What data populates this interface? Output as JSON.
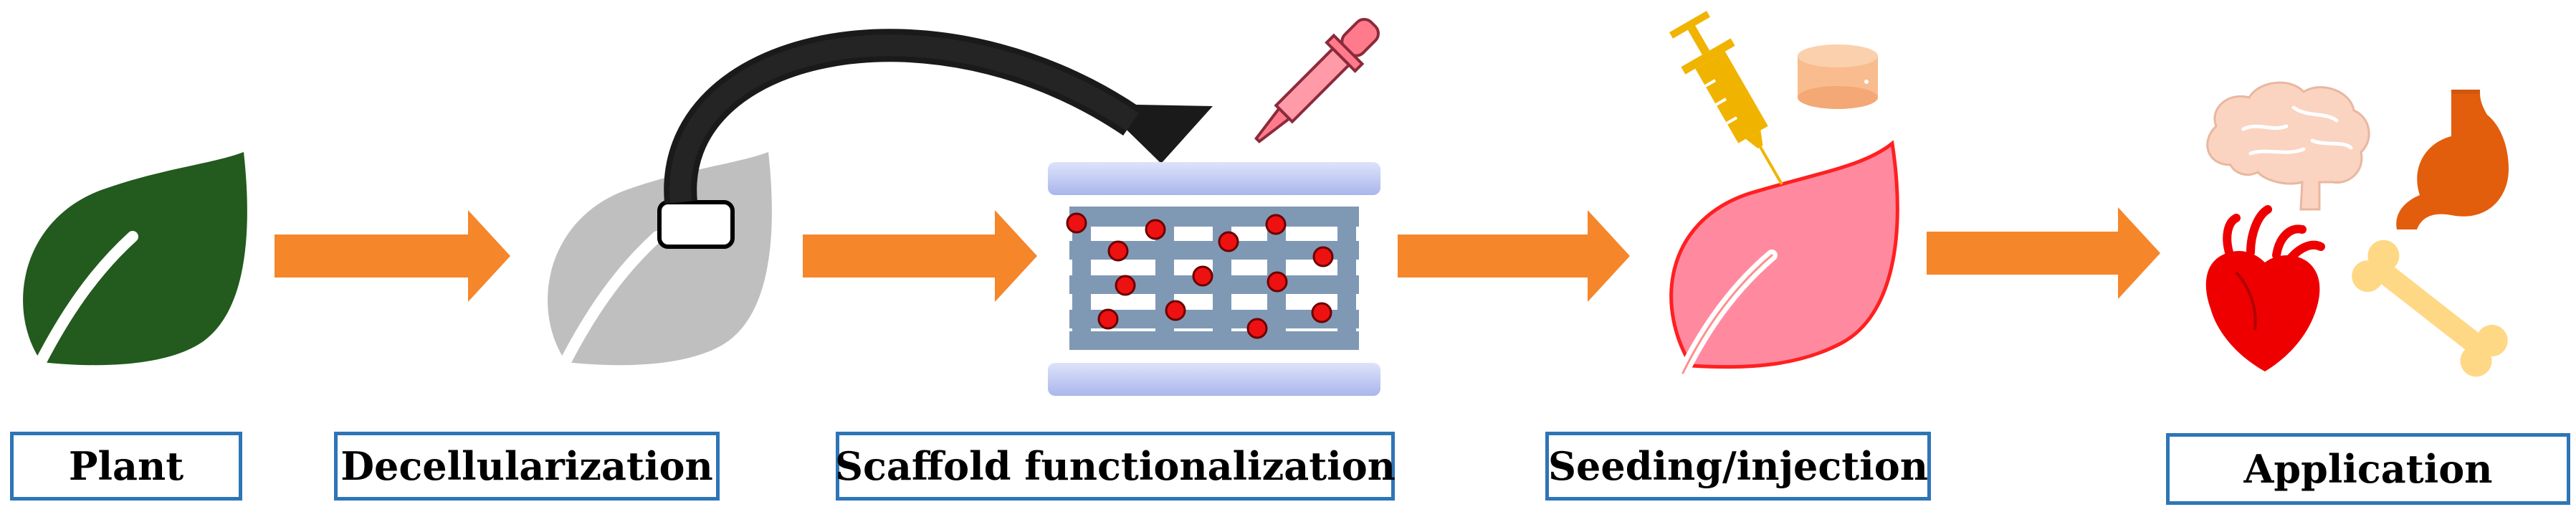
{
  "steps": [
    {
      "label": "Plant"
    },
    {
      "label": "Decellularization"
    },
    {
      "label": "Scaffold functionalization"
    },
    {
      "label": "Seeding/injection"
    },
    {
      "label": "Application"
    }
  ],
  "colors": {
    "arrow": "#f5862a",
    "plant_leaf": "#235a1e",
    "decell_leaf": "#bfbfbf",
    "seeded_leaf": "#ff8aa0",
    "seeded_leaf_outline": "#ff2020",
    "scaffold_bar": "#7f99b5",
    "scaffold_plate": "#c5cdf2",
    "cell_dot": "#ee1111",
    "label_border": "#2e75b6",
    "curved_arrow": "#1a1a1a",
    "dropper": "#ff7b8c",
    "syringe": "#f0b400",
    "dish": "#f9bc8e",
    "brain": "#fbd3c1",
    "stomach": "#e25d0c",
    "heart": "#ee0000",
    "bone": "#ffd885"
  },
  "icons": [
    "leaf-icon",
    "decellularized-leaf-icon",
    "scaffold-icon",
    "dropper-icon",
    "syringe-icon",
    "petri-dish-icon",
    "seeded-leaf-icon",
    "brain-icon",
    "stomach-icon",
    "heart-icon",
    "bone-icon"
  ]
}
